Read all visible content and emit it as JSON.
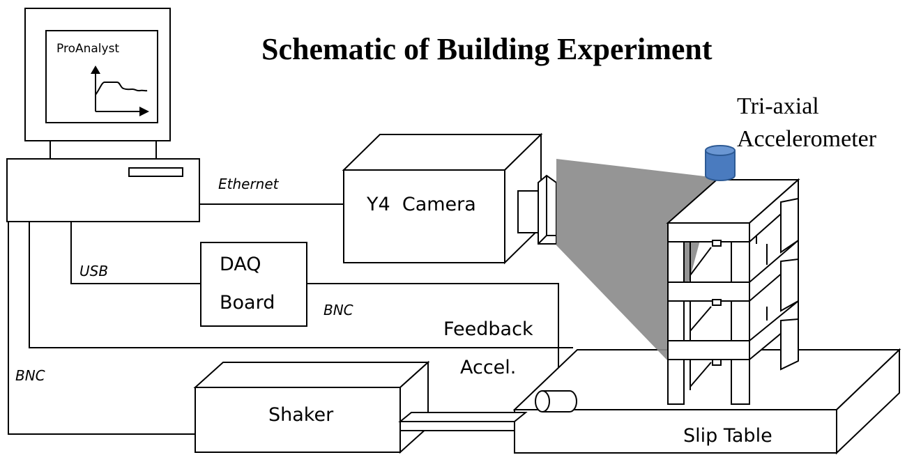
{
  "title": "Schematic of Building Experiment",
  "computer": {
    "screen_label": "ProAnalyst"
  },
  "camera": {
    "label": "Y4  Camera"
  },
  "daq": {
    "line1": "DAQ",
    "line2": "Board"
  },
  "shaker": {
    "label": "Shaker"
  },
  "slip_table": {
    "label": "Slip Table"
  },
  "connections": {
    "ethernet": "Ethernet",
    "usb": "USB",
    "bnc_daq": "BNC",
    "bnc_left": "BNC",
    "feedback": "Feedback",
    "accel": "Accel."
  },
  "accelerometer": {
    "line1": "Tri-axial",
    "line2": "Accelerometer"
  },
  "colors": {
    "accelerometer": "#4a7bbf",
    "camera_view": "#8c8c8c",
    "lines": "#000000"
  }
}
